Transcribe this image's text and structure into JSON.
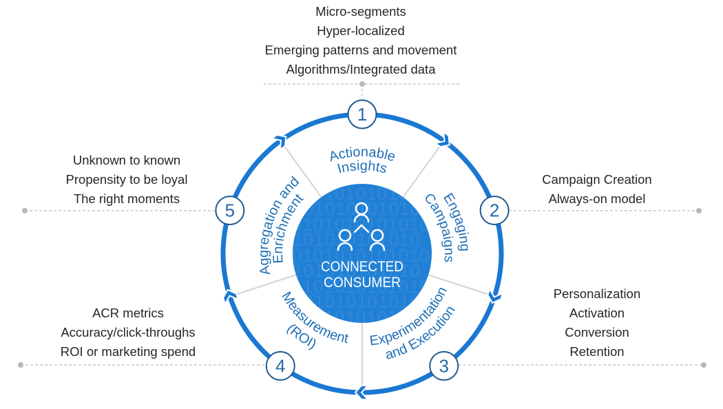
{
  "center": {
    "title_line1": "CONNECTED",
    "title_line2": "CONSUMER",
    "icon": "people-network-icon",
    "binary_pattern": "0101010101010"
  },
  "stages": [
    {
      "number": "1",
      "label_lines": [
        "Actionable",
        "Insights"
      ],
      "details": [
        "Micro-segments",
        "Hyper-localized",
        "Emerging patterns and movement",
        "Algorithms/Integrated data"
      ]
    },
    {
      "number": "2",
      "label_lines": [
        "Engaging",
        "Campaigns"
      ],
      "details": [
        "Campaign Creation",
        "Always-on model"
      ]
    },
    {
      "number": "3",
      "label_lines": [
        "Experimentation",
        "and Execution"
      ],
      "details": [
        "Personalization",
        "Activation",
        "Conversion",
        "Retention"
      ]
    },
    {
      "number": "4",
      "label_lines": [
        "Measurement",
        "(ROI)"
      ],
      "details": [
        "ACR metrics",
        "Accuracy/click-throughs",
        "ROI or marketing spend"
      ]
    },
    {
      "number": "5",
      "label_lines": [
        "Aggregation and",
        "Enrichment"
      ],
      "details": [
        "Unknown to known",
        "Propensity to be loyal",
        "The right moments"
      ]
    }
  ],
  "icons": {
    "cycle_arrow": "chevron-right-icon",
    "center": "people-network-icon"
  },
  "colors": {
    "ring": "#1a78d2",
    "center_fill": "#1f80d6",
    "binary_digits": "#3389d6",
    "label": "#1f6fb5",
    "badge_stroke": "#1d5a92",
    "badge_text": "#2568a8",
    "detail_text": "#262626",
    "divider": "#d3d3d3",
    "leader": "#bdbdbd",
    "leader_dot": "#b8b8b8",
    "center_text": "#ffffff"
  }
}
